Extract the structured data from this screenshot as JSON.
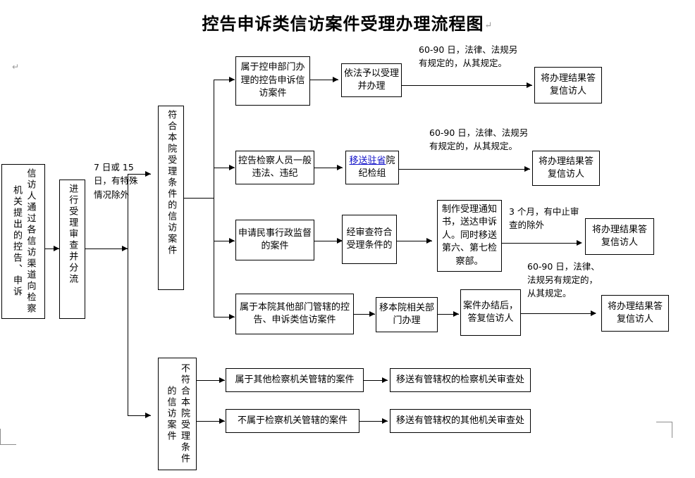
{
  "document": {
    "title": "控告申诉类信访案件受理办理流程图",
    "pilcrow": "↵"
  },
  "intake": {
    "source_box": "信访人通过各信访渠道向检察机关提出的控告、申诉",
    "review_box": "进行受理审查并分流",
    "timing_note": "7 日或 15 日，有特殊情况除外"
  },
  "decisions": {
    "eligible": "符合本院受理条件的信访案件",
    "not_eligible": "不符合本院受理条件的信访案件"
  },
  "branches": [
    {
      "id": "branch-complaint-department",
      "case_type": "属于控申部门办理的控告申诉信访案件",
      "action": "依法予以受理并办理",
      "deadline_note": "60-90 日，法律、法规另\n有规定的，从其规定。",
      "result": "将办理结果答复信访人"
    },
    {
      "id": "branch-prosecutor-misconduct",
      "case_type": "控告检察人员一般违法、违纪",
      "action_link": "移送驻省",
      "action_rest": "院纪检组",
      "deadline_note": "60-90 日，法律、法规另\n有规定的，从其规定。",
      "result": "将办理结果答复信访人"
    },
    {
      "id": "branch-civil-admin-supervision",
      "case_type": "申请民事行政监督的案件",
      "review": "经审查符合受理条件的",
      "action": "制作受理通知书，送达申诉人。同时移送第六、第七检察部。",
      "deadline_note": "3 个月，有中止审\n查的除外",
      "result": "将办理结果答复信访人"
    },
    {
      "id": "branch-other-internal-department",
      "case_type": "属于本院其他部门管辖的控告、申诉类信访案件",
      "action": "移本院相关部门办理",
      "followup": "案件办结后，答复信访人",
      "deadline_note": "60-90 日，法律、\n法规另有规定的，\n从其规定。",
      "result": "将办理结果答复信访人"
    }
  ],
  "transfers": [
    {
      "id": "transfer-other-procuratorate",
      "case_type": "属于其他检察机关管辖的案件",
      "action": "移送有管辖权的检察机关审查处"
    },
    {
      "id": "transfer-non-procuratorate",
      "case_type": "不属于检察机关管辖的案件",
      "action": "移送有管辖权的其他机关审查处"
    }
  ]
}
